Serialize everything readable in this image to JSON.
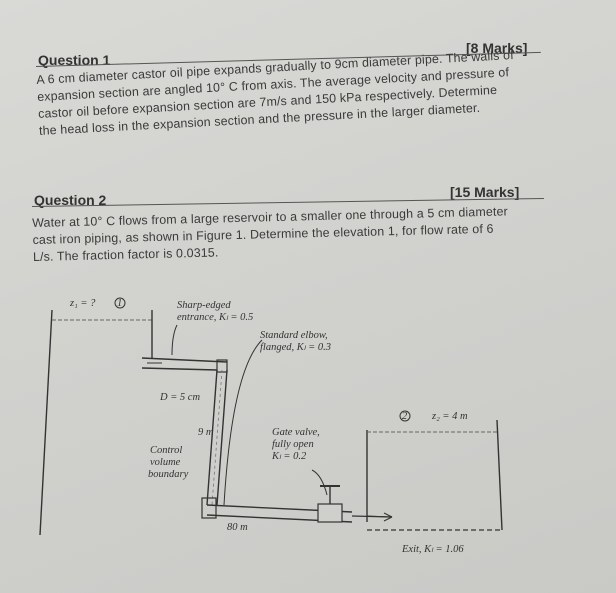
{
  "q1": {
    "title": "Question 1",
    "marks": "[8 Marks]",
    "lines": [
      "A 6 cm diameter castor oil pipe expands gradually to 9cm diameter pipe. The walls of",
      "expansion section are angled 10° C from axis. The average velocity and pressure of",
      "castor oil before expansion section are 7m/s and 150 kPa respectively. Determine",
      "the head loss in the expansion section and the pressure in the larger diameter."
    ]
  },
  "q2": {
    "title": "Question 2",
    "marks": "[15 Marks]",
    "lines": [
      "Water at 10° C flows from a large reservoir to a smaller one through a 5 cm diameter",
      "cast iron piping, as shown in Figure 1. Determine the elevation 1, for flow rate of 6",
      "L/s. The fraction factor is 0.0315."
    ]
  },
  "figure": {
    "z1": "z₁ = ?",
    "pt1": "1",
    "sharp_edged_1": "Sharp-edged",
    "sharp_edged_2": "entrance, Kₗ = 0.5",
    "elbow_1": "Standard elbow,",
    "elbow_2": "flanged, Kₗ = 0.3",
    "diameter": "D = 5 cm",
    "height": "9 m",
    "cv_1": "Control",
    "cv_2": "volume",
    "cv_3": "boundary",
    "valve_1": "Gate valve,",
    "valve_2": "fully open",
    "valve_3": "Kₗ = 0.2",
    "pt2": "2",
    "z2": "z₂ = 4 m",
    "length": "80 m",
    "exit": "Exit, Kₗ = 1.06"
  }
}
